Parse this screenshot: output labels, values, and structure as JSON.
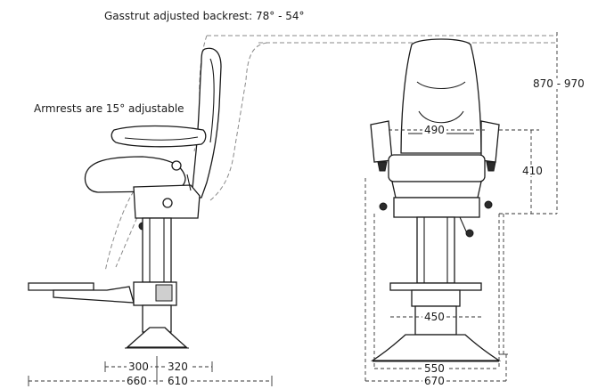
{
  "annotations": {
    "backrest": "Gasstrut adjusted backrest: 78° - 54°",
    "armrests": "Armrests are 15° adjustable"
  },
  "dimensions": {
    "side_left_small": "300",
    "side_right_small": "320",
    "side_left_large": "660",
    "side_right_large": "610",
    "front_seat_width": "490",
    "front_armrest_height": "410",
    "front_total_height": "870 - 970",
    "front_base_plate": "450",
    "front_width_inner": "550",
    "front_width_outer": "670"
  },
  "colors": {
    "line": "#1a1a1a",
    "dashed": "#8a8a8a",
    "seat_fill": "#ffffff",
    "shadow": "#d8d8d8"
  }
}
